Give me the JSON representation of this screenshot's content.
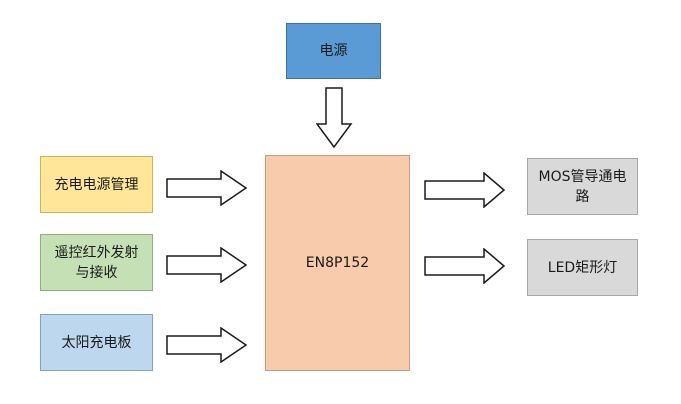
{
  "blocks": {
    "power": {
      "label": "电源",
      "fill": "#5b9bd5"
    },
    "charge_mgmt": {
      "label": "充电电源管理",
      "fill": "#ffe699"
    },
    "ir": {
      "label": "遥控红外发射\n与接收",
      "fill": "#c5e0b4"
    },
    "solar": {
      "label": "太阳充电板",
      "fill": "#bdd7ee"
    },
    "mcu": {
      "label": "EN8P152",
      "fill": "#f8cbad"
    },
    "mos": {
      "label": "MOS管导通电\n路",
      "fill": "#d9d9d9"
    },
    "led": {
      "label": "LED矩形灯",
      "fill": "#d9d9d9"
    }
  },
  "colors": {
    "arrow_stroke": "#1a1a1a",
    "arrow_fill": "#ffffff"
  }
}
